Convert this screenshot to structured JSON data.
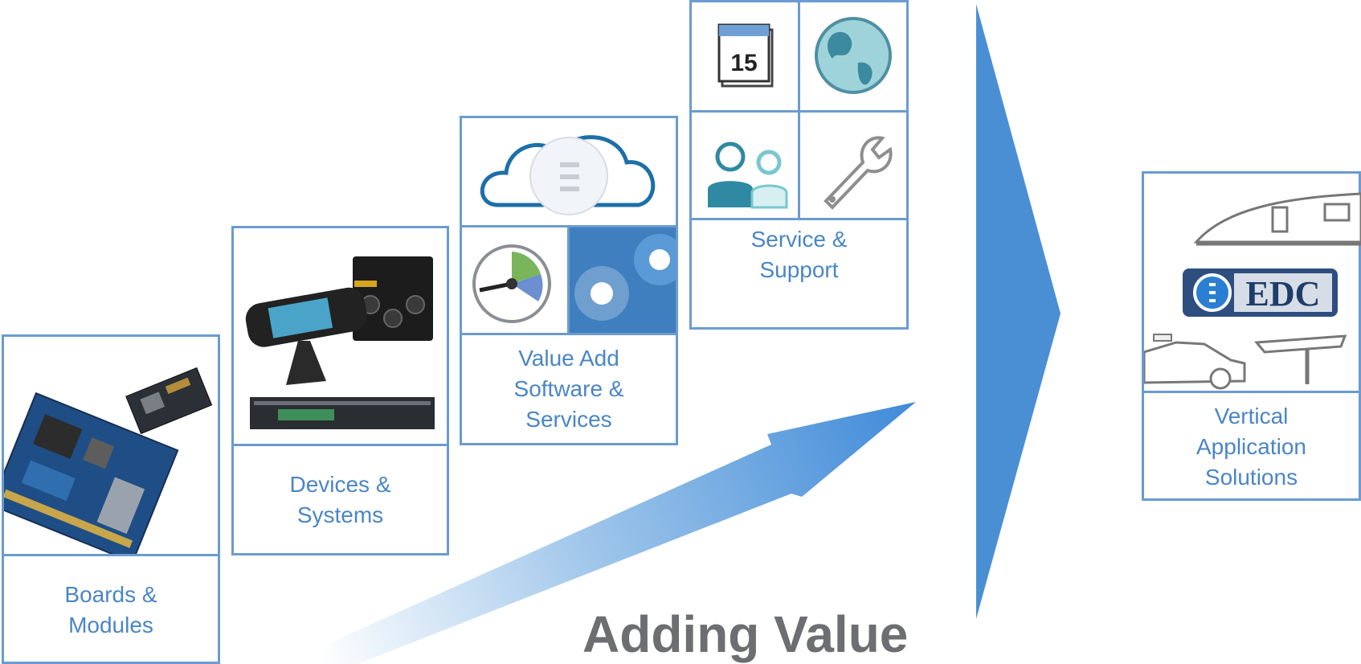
{
  "tiers": [
    {
      "id": "boards",
      "label": "Boards &\nModules"
    },
    {
      "id": "devices",
      "label": "Devices &\nSystems"
    },
    {
      "id": "software",
      "label": "Value Add\nSoftware &\nServices"
    },
    {
      "id": "service",
      "label": "Service &\nSupport"
    },
    {
      "id": "vertical",
      "label": "Vertical\nApplication\nSolutions"
    }
  ],
  "logo_text": "EDC",
  "calendar_day": "15",
  "title": "Adding Value",
  "colors": {
    "border": "#6b9bd0",
    "label": "#4a86c5",
    "arrow": "#4a8fd4",
    "title": "#6d6e71"
  }
}
